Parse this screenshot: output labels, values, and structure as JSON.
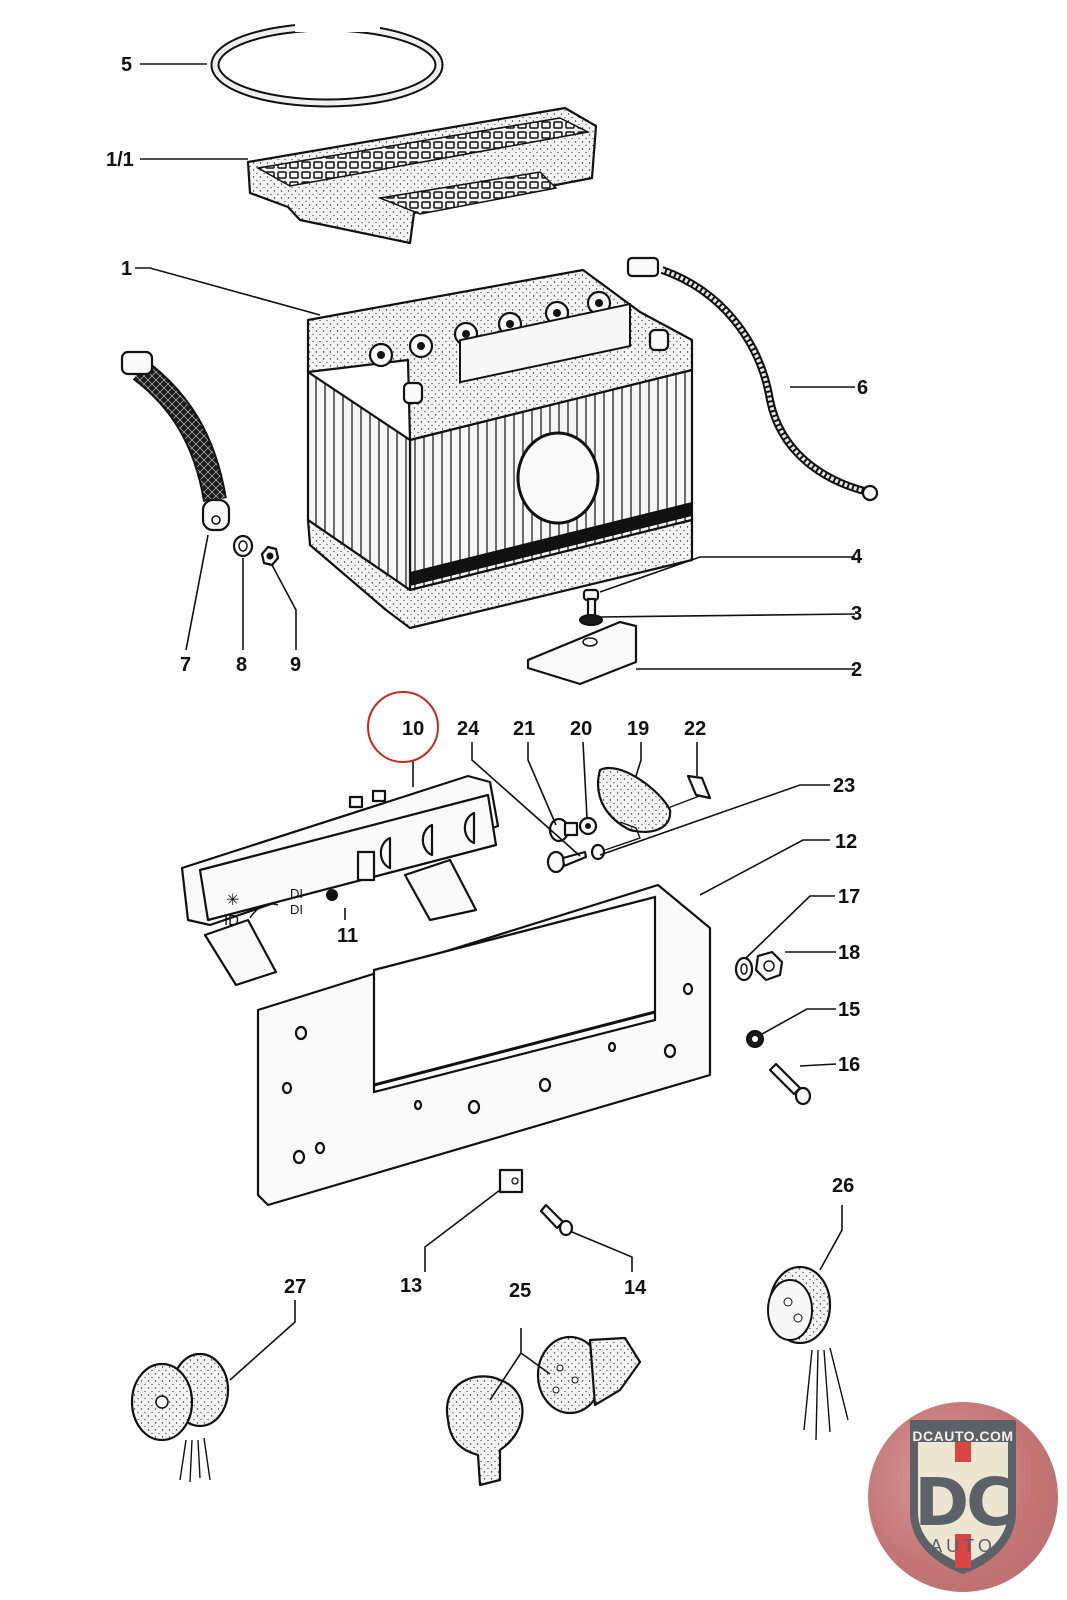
{
  "diagram": {
    "title": "Battery and switch panel exploded parts diagram",
    "highlighted_callout": "10",
    "highlight_color": "#c62828",
    "callouts": [
      {
        "id": "5",
        "part": "battery-ring-strap"
      },
      {
        "id": "1/1",
        "part": "battery-cover-grid"
      },
      {
        "id": "1",
        "part": "battery"
      },
      {
        "id": "6",
        "part": "positive-cable"
      },
      {
        "id": "7",
        "part": "ground-strap"
      },
      {
        "id": "8",
        "part": "washer"
      },
      {
        "id": "9",
        "part": "nut"
      },
      {
        "id": "4",
        "part": "bolt"
      },
      {
        "id": "3",
        "part": "lock-washer"
      },
      {
        "id": "2",
        "part": "hold-down-clamp"
      },
      {
        "id": "10",
        "part": "switch-panel"
      },
      {
        "id": "11",
        "part": "panel-insert"
      },
      {
        "id": "24",
        "part": "self-tapping-screw"
      },
      {
        "id": "21",
        "part": "screw"
      },
      {
        "id": "20",
        "part": "toothed-washer"
      },
      {
        "id": "19",
        "part": "bracket"
      },
      {
        "id": "22",
        "part": "clip-nut"
      },
      {
        "id": "23",
        "part": "washer"
      },
      {
        "id": "12",
        "part": "mounting-plate"
      },
      {
        "id": "17",
        "part": "washer"
      },
      {
        "id": "18",
        "part": "hex-nut"
      },
      {
        "id": "15",
        "part": "toothed-nut"
      },
      {
        "id": "16",
        "part": "screw"
      },
      {
        "id": "13",
        "part": "speed-nut"
      },
      {
        "id": "14",
        "part": "screw"
      },
      {
        "id": "26",
        "part": "socket-connector"
      },
      {
        "id": "27",
        "part": "socket-connector"
      },
      {
        "id": "25",
        "part": "plug-and-socket"
      }
    ]
  },
  "watermark": {
    "url_text": "DCAUTO.COM",
    "brand_text": "DC",
    "sub_text": "AUTO",
    "colors": {
      "shield": "#ece6d2",
      "letters": "#5b6167",
      "accent": "#d94545",
      "badge": "#c47676"
    }
  }
}
